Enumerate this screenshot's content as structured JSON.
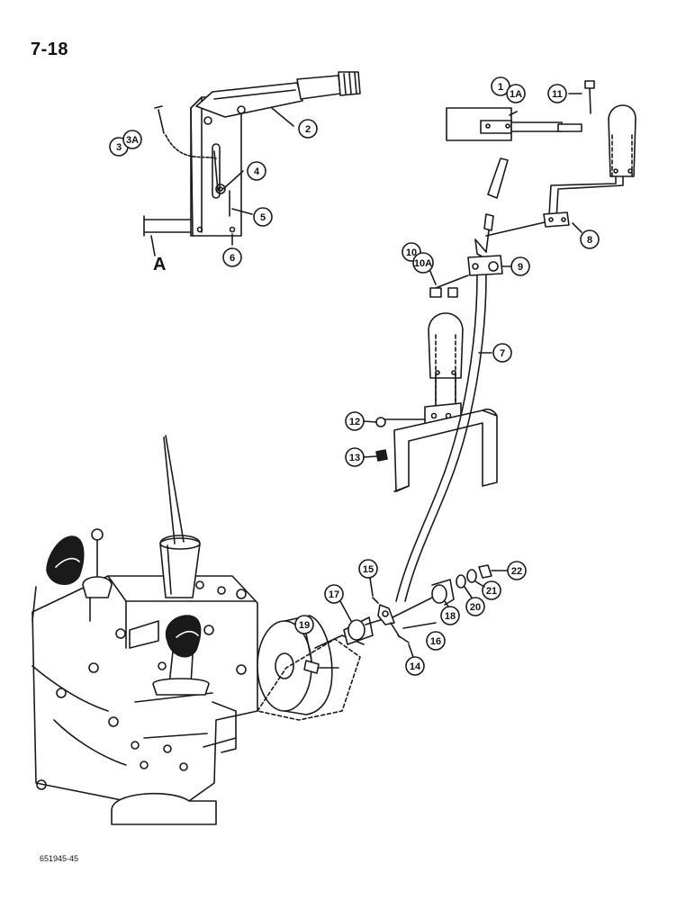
{
  "page_number": "7-18",
  "figure_code": "651945-45",
  "view_label": "A",
  "callouts": [
    {
      "id": "c1",
      "label": "1"
    },
    {
      "id": "c1a",
      "label": "1A"
    },
    {
      "id": "c2",
      "label": "2"
    },
    {
      "id": "c3",
      "label": "3"
    },
    {
      "id": "c3a",
      "label": "3A"
    },
    {
      "id": "c4",
      "label": "4"
    },
    {
      "id": "c5",
      "label": "5"
    },
    {
      "id": "c6",
      "label": "6"
    },
    {
      "id": "c7",
      "label": "7"
    },
    {
      "id": "c8",
      "label": "8"
    },
    {
      "id": "c9",
      "label": "9"
    },
    {
      "id": "c10",
      "label": "10"
    },
    {
      "id": "c10a",
      "label": "10A"
    },
    {
      "id": "c11",
      "label": "11"
    },
    {
      "id": "c12",
      "label": "12"
    },
    {
      "id": "c13",
      "label": "13"
    },
    {
      "id": "c14",
      "label": "14"
    },
    {
      "id": "c15",
      "label": "15"
    },
    {
      "id": "c16",
      "label": "16"
    },
    {
      "id": "c17",
      "label": "17"
    },
    {
      "id": "c18",
      "label": "18"
    },
    {
      "id": "c19",
      "label": "19"
    },
    {
      "id": "c20",
      "label": "20"
    },
    {
      "id": "c21",
      "label": "21"
    },
    {
      "id": "c22",
      "label": "22"
    }
  ]
}
